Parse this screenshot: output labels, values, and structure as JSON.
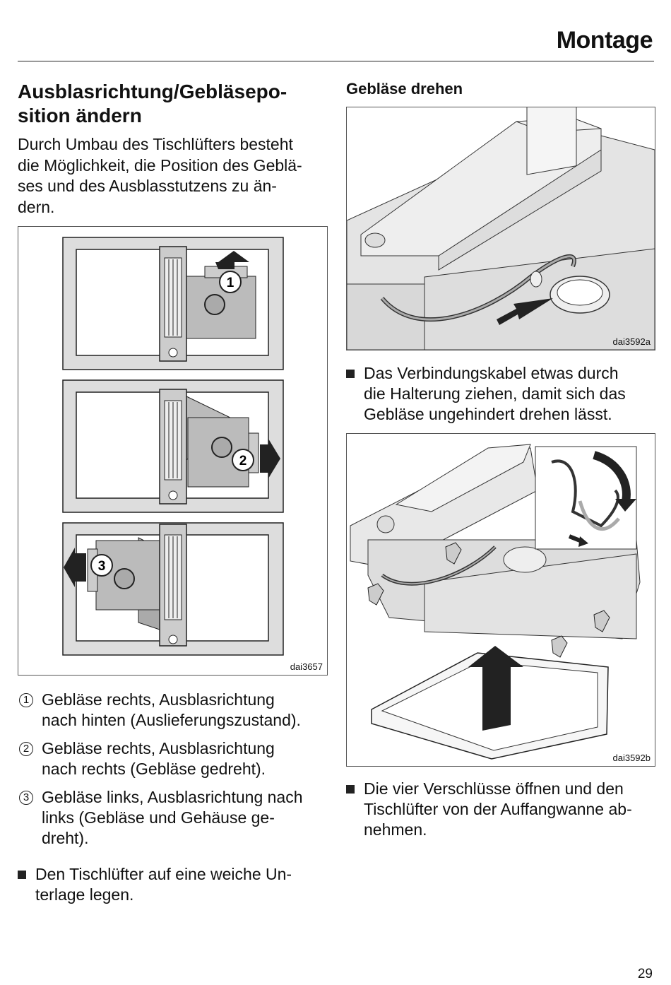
{
  "header": {
    "section": "Montage"
  },
  "left": {
    "heading_line1": "Ausblasrichtung/Gebläsepo-",
    "heading_line2": "sition ändern",
    "intro": [
      "Durch Umbau des Tischlüfters besteht",
      "die Möglichkeit, die Position des Geblä-",
      "ses und des Ausblasstutzens zu än-",
      "dern."
    ],
    "figure": {
      "code": "dai3657",
      "markers": [
        "1",
        "2",
        "3"
      ]
    },
    "notes": [
      {
        "marker": "1",
        "lines": [
          "Gebläse rechts, Ausblasrichtung",
          "nach hinten (Auslieferungszustand)."
        ]
      },
      {
        "marker": "2",
        "lines": [
          "Gebläse rechts, Ausblasrichtung",
          "nach rechts (Gebläse gedreht)."
        ]
      },
      {
        "marker": "3",
        "lines": [
          "Gebläse links, Ausblasrichtung nach",
          "links (Gebläse und Gehäuse ge-",
          "dreht)."
        ]
      }
    ],
    "bullet": [
      "Den Tischlüfter auf eine weiche Un-",
      "terlage legen."
    ]
  },
  "right": {
    "heading": "Gebläse drehen",
    "figure_top": {
      "code": "dai3592a"
    },
    "bullet1": [
      "Das Verbindungskabel etwas durch",
      "die Halterung ziehen, damit sich das",
      "Gebläse ungehindert drehen lässt."
    ],
    "figure_bottom": {
      "code": "dai3592b"
    },
    "bullet2": [
      "Die vier Verschlüsse öffnen und den",
      "Tischlüfter von der Auffangwanne ab-",
      "nehmen."
    ]
  },
  "footer": {
    "page_number": "29"
  }
}
